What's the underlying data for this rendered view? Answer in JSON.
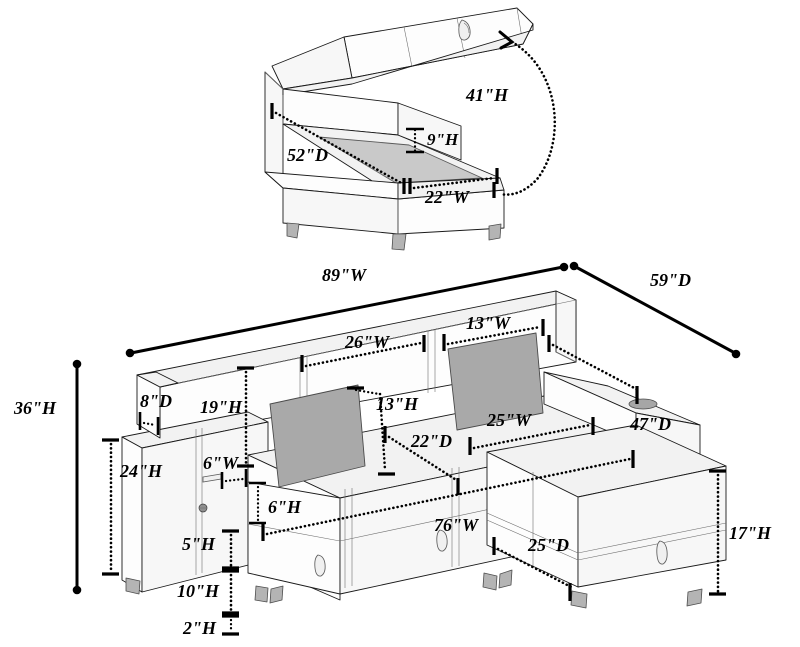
{
  "document": {
    "type": "furniture-dimension-diagram",
    "title": "Sectional Sofa with Storage Ottoman Dimension Diagram",
    "background_color": "#ffffff",
    "line_color": "#000000",
    "cushion_color": "#a9a9a9",
    "seat_pad_color": "#c9c9c9",
    "leg_color": "#b4b4b4"
  },
  "figures": [
    {
      "id": "storage-ottoman",
      "name": "Storage Ottoman with Lifted Lid",
      "description": "Open storage ottoman drawn in isometric view with the seat lid raised"
    },
    {
      "id": "sectional-sofa",
      "name": "Sectional Sofa with Chaise",
      "description": "L-shaped sectional sofa drawn in isometric view with back cushions and chaise"
    }
  ],
  "ottoman_dimensions": [
    {
      "key": "height_open",
      "label": "41\"H",
      "value": 41,
      "unit": "inch",
      "axis": "H",
      "style": "curved-arc"
    },
    {
      "key": "interior_depth",
      "label": "9\"H",
      "value": 9,
      "unit": "inch",
      "axis": "H",
      "style": "short-vertical"
    },
    {
      "key": "depth",
      "label": "52\"D",
      "value": 52,
      "unit": "inch",
      "axis": "D",
      "style": "dotted"
    },
    {
      "key": "width",
      "label": "22\"W",
      "value": 22,
      "unit": "inch",
      "axis": "W",
      "style": "dotted"
    }
  ],
  "sofa_dimensions": [
    {
      "key": "overall_width",
      "label": "89\"W",
      "value": 89,
      "unit": "inch",
      "axis": "W",
      "style": "solid-arrow"
    },
    {
      "key": "overall_depth",
      "label": "59\"D",
      "value": 59,
      "unit": "inch",
      "axis": "D",
      "style": "solid-arrow"
    },
    {
      "key": "overall_height",
      "label": "36\"H",
      "value": 36,
      "unit": "inch",
      "axis": "H",
      "style": "solid-arrow"
    },
    {
      "key": "seat_back_width",
      "label": "26\"W",
      "value": 26,
      "unit": "inch",
      "axis": "W",
      "style": "dotted"
    },
    {
      "key": "cushion_width",
      "label": "13\"W",
      "value": 13,
      "unit": "inch",
      "axis": "W",
      "style": "dotted"
    },
    {
      "key": "cushion_height",
      "label": "13\"H",
      "value": 13,
      "unit": "inch",
      "axis": "H",
      "style": "dotted"
    },
    {
      "key": "back_height",
      "label": "19\"H",
      "value": 19,
      "unit": "inch",
      "axis": "H",
      "style": "dotted"
    },
    {
      "key": "arm_depth",
      "label": "8\"D",
      "value": 8,
      "unit": "inch",
      "axis": "D",
      "style": "dotted"
    },
    {
      "key": "seat_height",
      "label": "24\"H",
      "value": 24,
      "unit": "inch",
      "axis": "H",
      "style": "dotted"
    },
    {
      "key": "arm_width",
      "label": "6\"W",
      "value": 6,
      "unit": "inch",
      "axis": "W",
      "style": "dotted"
    },
    {
      "key": "arm_rail_height",
      "label": "6\"H",
      "value": 6,
      "unit": "inch",
      "axis": "H",
      "style": "dotted"
    },
    {
      "key": "seat_depth",
      "label": "22\"D",
      "value": 22,
      "unit": "inch",
      "axis": "D",
      "style": "dotted"
    },
    {
      "key": "chaise_seat_width",
      "label": "25\"W",
      "value": 25,
      "unit": "inch",
      "axis": "W",
      "style": "dotted"
    },
    {
      "key": "chaise_depth",
      "label": "47\"D",
      "value": 47,
      "unit": "inch",
      "axis": "D",
      "style": "dotted"
    },
    {
      "key": "base_rail_height",
      "label": "5\"H",
      "value": 5,
      "unit": "inch",
      "axis": "H",
      "style": "dotted"
    },
    {
      "key": "base_height",
      "label": "10\"H",
      "value": 10,
      "unit": "inch",
      "axis": "H",
      "style": "dotted"
    },
    {
      "key": "leg_height",
      "label": "2\"H",
      "value": 2,
      "unit": "inch",
      "axis": "H",
      "style": "dotted"
    },
    {
      "key": "seat_width",
      "label": "76\"W",
      "value": 76,
      "unit": "inch",
      "axis": "W",
      "style": "dotted"
    },
    {
      "key": "chaise_ottoman_depth",
      "label": "25\"D",
      "value": 25,
      "unit": "inch",
      "axis": "D",
      "style": "dotted"
    },
    {
      "key": "chaise_height",
      "label": "17\"H",
      "value": 17,
      "unit": "inch",
      "axis": "H",
      "style": "dotted"
    }
  ],
  "labels": {
    "ottoman_41h": "41\"H",
    "ottoman_9h": "9\"H",
    "ottoman_52d": "52\"D",
    "ottoman_22w": "22\"W",
    "sofa_89w": "89\"W",
    "sofa_59d": "59\"D",
    "sofa_36h": "36\"H",
    "sofa_26w": "26\"W",
    "sofa_13w": "13\"W",
    "sofa_13h": "13\"H",
    "sofa_19h": "19\"H",
    "sofa_8d": "8\"D",
    "sofa_24h": "24\"H",
    "sofa_6w": "6\"W",
    "sofa_6h": "6\"H",
    "sofa_22d": "22\"D",
    "sofa_25w": "25\"W",
    "sofa_47d": "47\"D",
    "sofa_5h": "5\"H",
    "sofa_10h": "10\"H",
    "sofa_2h": "2\"H",
    "sofa_76w": "76\"W",
    "sofa_25d": "25\"D",
    "sofa_17h": "17\"H"
  }
}
